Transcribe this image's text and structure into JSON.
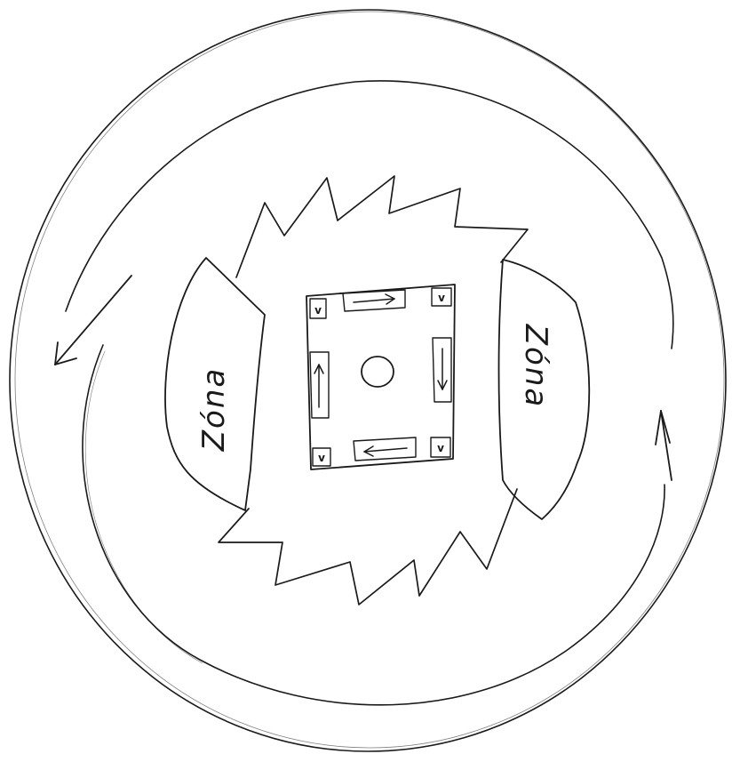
{
  "diagram": {
    "left_zone_label": "Zóna",
    "right_zone_label": "Zóna",
    "corner_marks": [
      "v",
      "v",
      "v",
      "v"
    ]
  },
  "colors": {
    "ink": "#1a1a1a",
    "paper": "#ffffff"
  }
}
